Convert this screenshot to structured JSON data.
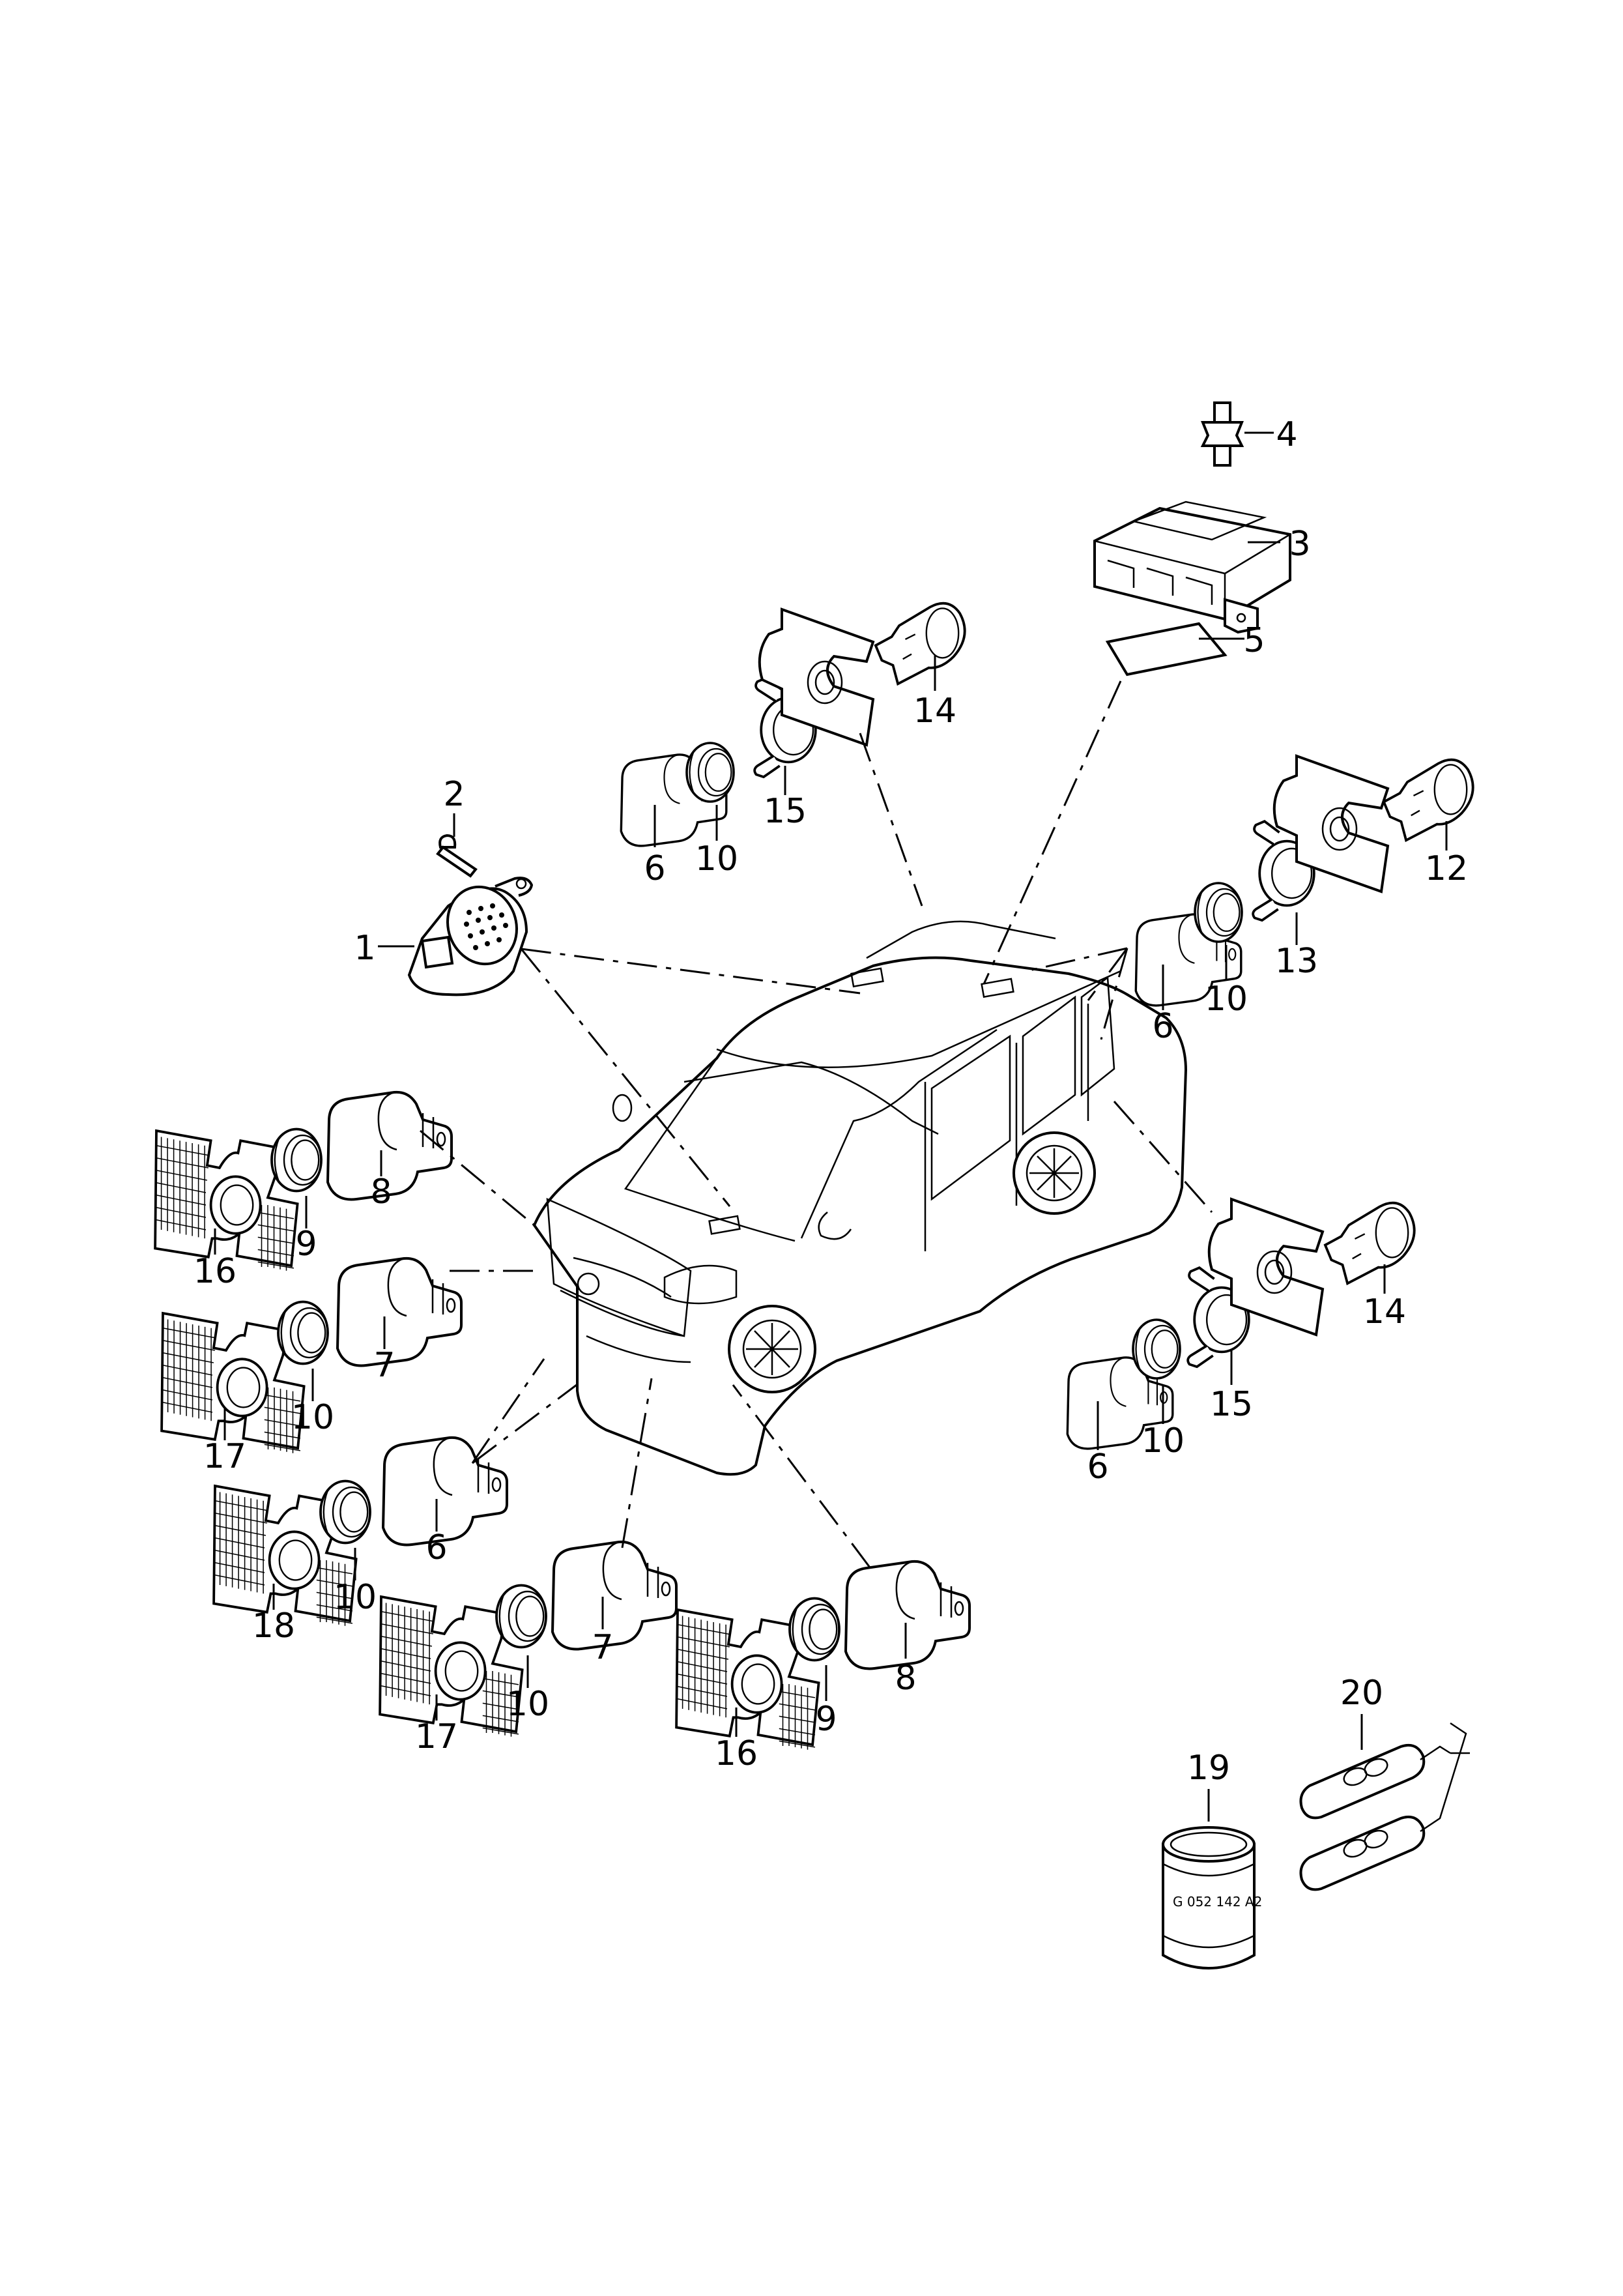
{
  "parts": [
    {
      "id": "1",
      "label": "1"
    },
    {
      "id": "2",
      "label": "2"
    },
    {
      "id": "3",
      "label": "3"
    },
    {
      "id": "4",
      "label": "4"
    },
    {
      "id": "5",
      "label": "5"
    },
    {
      "id": "6a",
      "label": "6"
    },
    {
      "id": "6b",
      "label": "6"
    },
    {
      "id": "6c",
      "label": "6"
    },
    {
      "id": "6d",
      "label": "6"
    },
    {
      "id": "7a",
      "label": "7"
    },
    {
      "id": "7b",
      "label": "7"
    },
    {
      "id": "8a",
      "label": "8"
    },
    {
      "id": "8b",
      "label": "8"
    },
    {
      "id": "9a",
      "label": "9"
    },
    {
      "id": "9b",
      "label": "9"
    },
    {
      "id": "10a",
      "label": "10"
    },
    {
      "id": "10b",
      "label": "10"
    },
    {
      "id": "10c",
      "label": "10"
    },
    {
      "id": "10d",
      "label": "10"
    },
    {
      "id": "10e",
      "label": "10"
    },
    {
      "id": "10f",
      "label": "10"
    },
    {
      "id": "12",
      "label": "12"
    },
    {
      "id": "13",
      "label": "13"
    },
    {
      "id": "14a",
      "label": "14"
    },
    {
      "id": "14b",
      "label": "14"
    },
    {
      "id": "15a",
      "label": "15"
    },
    {
      "id": "15b",
      "label": "15"
    },
    {
      "id": "16a",
      "label": "16"
    },
    {
      "id": "16b",
      "label": "16"
    },
    {
      "id": "17a",
      "label": "17"
    },
    {
      "id": "17b",
      "label": "17"
    },
    {
      "id": "18",
      "label": "18"
    },
    {
      "id": "19",
      "label": "19"
    },
    {
      "id": "20",
      "label": "20"
    }
  ],
  "tube_marking": "G 052 142 A2"
}
